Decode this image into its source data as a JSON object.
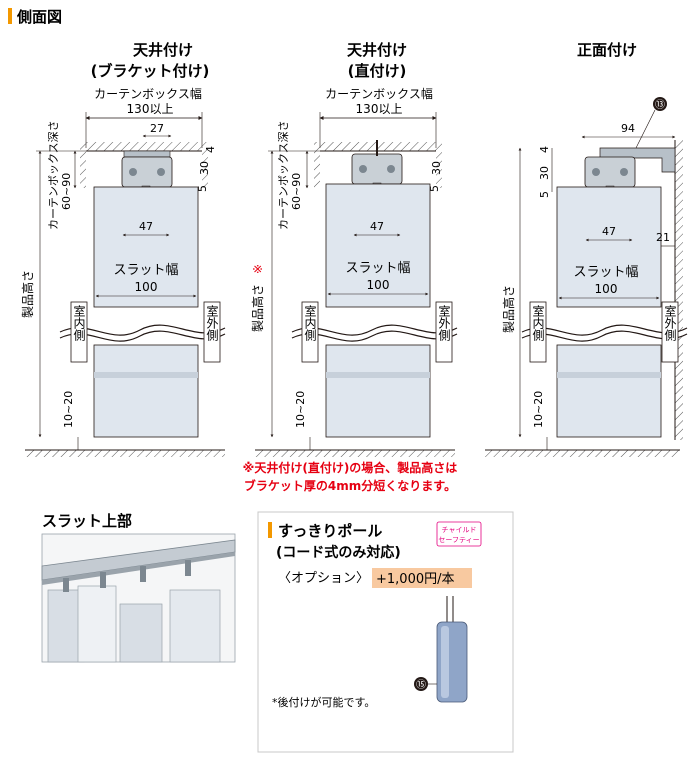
{
  "section_title": "側面図",
  "panel_ceiling_bracket": {
    "title_line1": "天井付け",
    "title_line2": "(ブラケット付け)",
    "box_width_label": "カーテンボックス幅",
    "box_width_value": "130以上",
    "dim_27": "27",
    "dim_4": "4",
    "dim_30": "30",
    "dim_5": "5",
    "dim_47": "47",
    "slat_label": "スラット幅",
    "slat_value": "100",
    "box_depth_label": "カーテンボックス深さ",
    "box_depth_value": "60~90",
    "product_height": "製品高さ",
    "indoor": "室内側",
    "outdoor": "室外側",
    "gap": "10~20"
  },
  "panel_ceiling_direct": {
    "title_line1": "天井付け",
    "title_line2": "(直付け)",
    "box_width_label": "カーテンボックス幅",
    "box_width_value": "130以上",
    "dim_30": "30",
    "dim_5": "5",
    "dim_47": "47",
    "slat_label": "スラット幅",
    "slat_value": "100",
    "box_depth_label": "カーテンボックス深さ",
    "box_depth_value": "60~90",
    "product_height": "製品高さ",
    "note_mark": "※",
    "indoor": "室内側",
    "outdoor": "室外側",
    "gap": "10~20"
  },
  "panel_front": {
    "title": "正面付け",
    "callout": "⑬",
    "dim_94": "94",
    "dim_4": "4",
    "dim_30": "30",
    "dim_5": "5",
    "dim_47": "47",
    "dim_21": "21",
    "slat_label": "スラット幅",
    "slat_value": "100",
    "product_height": "製品高さ",
    "indoor": "室内側",
    "outdoor": "室外側",
    "gap": "10~20"
  },
  "note_line1": "※天井付け(直付け)の場合、製品高さは",
  "note_line2": "ブラケット厚の4mm分短くなります。",
  "slat_top": {
    "title": "スラット上部"
  },
  "pole": {
    "title_line1": "すっきりポール",
    "title_line2": "(コード式のみ対応)",
    "badge_line1": "チャイルド",
    "badge_line2": "セーフティー",
    "option_label": "〈オプション〉",
    "price": "+1,000円/本",
    "callout": "⑮",
    "retrofit_note": "*後付けが可能です。"
  },
  "colors": {
    "accent_orange": "#f39800",
    "note_red": "#e60012",
    "slat_fill": "#dfe6ee",
    "bracket_fill": "#b7c0c8",
    "price_bg": "#f8c9a0",
    "pole_fill": "#8fa5c8"
  }
}
